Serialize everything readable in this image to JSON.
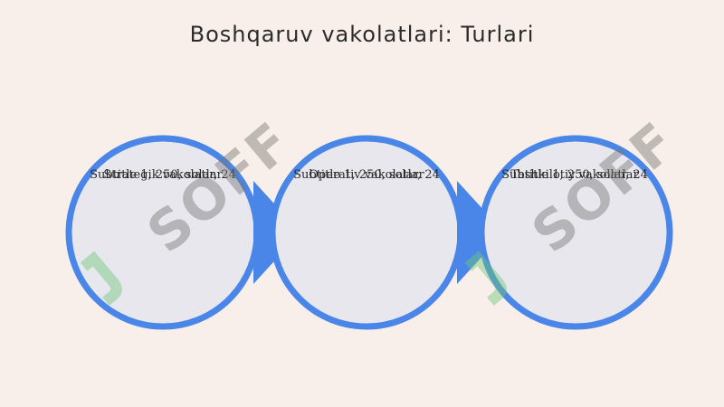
{
  "title": "Boshqaruv vakolatlari: Turlari",
  "colors": {
    "background": "#f9efea",
    "ring": "#4a86e8",
    "arrow": "#3f7fe6",
    "circle_fill": "#e8e7ee"
  },
  "steps": [
    {
      "label_a": "Strategik vakolatlar",
      "label_b": "Subtitle 1, 250, solar, 24"
    },
    {
      "label_a": "Operativ vakolatlar",
      "label_b": "Subtitle 1, 250, solar, 24"
    },
    {
      "label_a": "Tashkilotiy vakolatlar",
      "label_b": "Subtitle 1, 250, solar, 24"
    }
  ],
  "watermark": {
    "text": "SOFF"
  }
}
